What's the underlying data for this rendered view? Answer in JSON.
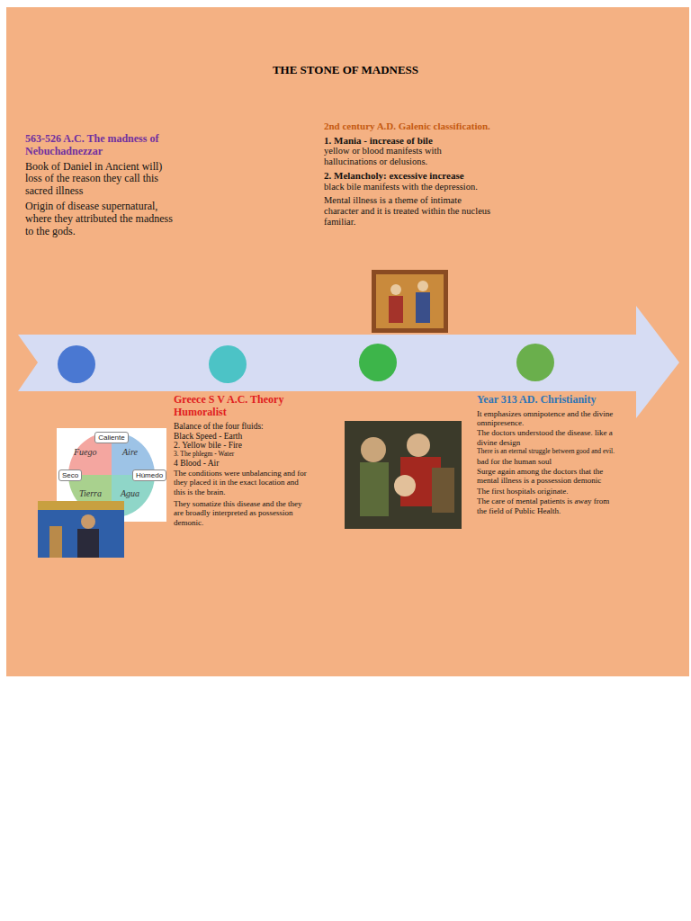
{
  "diagram": {
    "title": "THE STONE OF MADNESS",
    "nodes": [
      {
        "text": [
          "Caliente"
        ]
      },
      {
        "text": [
          "Seco"
        ]
      },
      {
        "text": [
          "Húmedo"
        ]
      }
    ],
    "labels": [
      "563-526 A.C. The madness of Nebuchadnezzar",
      "Book of Daniel in Ancient will) loss of the reason they call this sacred illness",
      "Origin of disease supernatural, where they attributed the madness to the gods.",
      "2nd century A.D. Galenic classification.",
      "1. Mania - increase of bile",
      "yellow or blood manifests with hallucinations or delusions.",
      "2. Melancholy: excessive increase",
      "black bile manifests with the depression.",
      "Mental illness is a theme of intimate character and it is treated within the nucleus familiar.",
      "Greece S V A.C. Theory Humoralist",
      "Balance of the four fluids:",
      "Black Speed - Earth",
      "2. Yellow bile - Fire",
      "3. The phlegm - Water",
      "4 Blood - Air",
      "The conditions were unbalancing and for they placed it in the exact location and this is the brain.",
      "They somatize this disease and the they are broadly interpreted as possession demonic.",
      "Year 313 AD. Christianity",
      "It emphasizes omnipotence and the divine omnipresence.",
      "The doctors understood the disease. like a divine design",
      "There is an eternal struggle between good and evil.",
      "bad for the human soul",
      "Surge again among the doctors that the mental illness is a possession demonic",
      "The first hospitals originate.",
      "The care of mental patients is away from the field of Public Health.",
      "Fuego",
      "Aire",
      "Tierra",
      "Agua"
    ]
  }
}
